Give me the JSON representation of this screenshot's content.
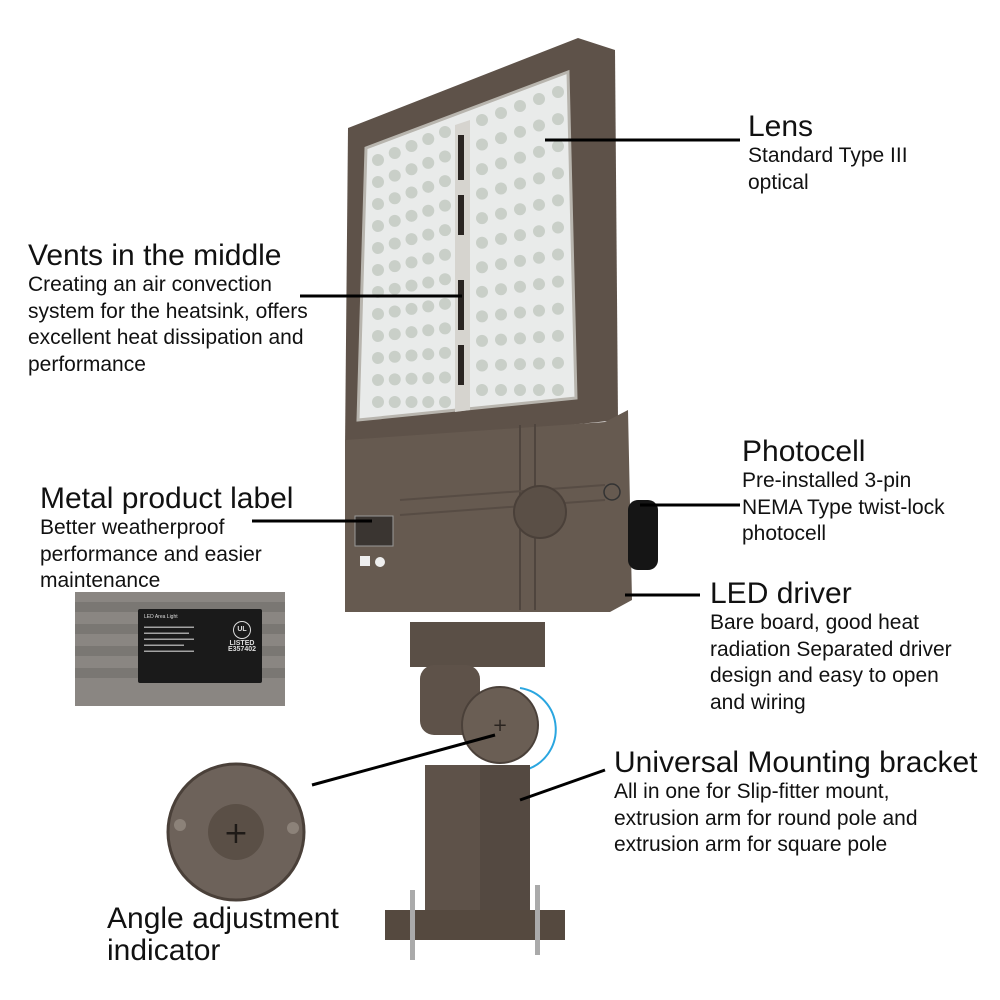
{
  "callouts": {
    "lens": {
      "title": "Lens",
      "body": [
        "Standard Type III",
        "optical"
      ]
    },
    "vents": {
      "title": "Vents in the middle",
      "body": [
        "Creating an air convection",
        "system for the heatsink, offers",
        "excellent heat dissipation and",
        "performance"
      ]
    },
    "label": {
      "title": "Metal product label",
      "body": [
        "Better weatherproof",
        "performance and easier",
        "maintenance"
      ]
    },
    "photocell": {
      "title": "Photocell",
      "body": [
        "Pre-installed 3-pin",
        "NEMA Type twist-lock",
        "photocell"
      ]
    },
    "driver": {
      "title": "LED driver",
      "body": [
        "Bare board, good heat",
        "radiation Separated driver",
        "design and easy to open",
        "and wiring"
      ]
    },
    "bracket": {
      "title": "Universal Mounting bracket",
      "body": [
        "All in one for Slip-fitter mount,",
        "extrusion arm for round pole and",
        "extrusion arm for square pole"
      ]
    },
    "angle": {
      "title": "Angle adjustment",
      "body": [
        "indicator"
      ]
    }
  },
  "label_plate": {
    "heading": "LED Area Light",
    "listed": "LISTED",
    "file_no": "E357402",
    "mark": "UL"
  },
  "colors": {
    "housing": "#5e5249",
    "lens": "#e9ebea",
    "led": "#c9cfc8",
    "indicator_arc": "#2aa6e0",
    "text": "#111111"
  }
}
